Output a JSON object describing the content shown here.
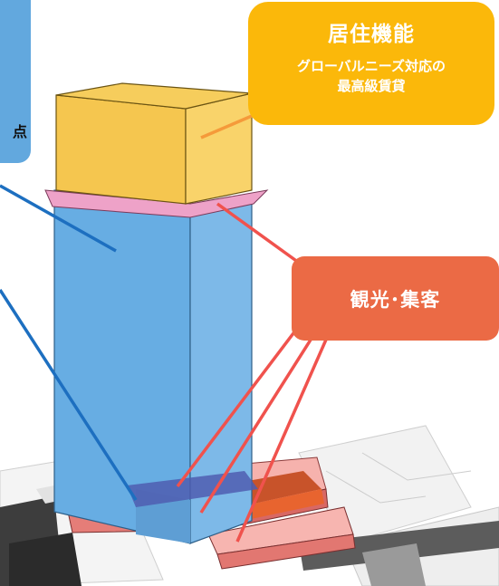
{
  "callouts": {
    "left": {
      "fragment": "点"
    },
    "residential": {
      "title": "居住機能",
      "line1": "グローバルニーズ対応の",
      "line2": "最高級賃貸"
    },
    "tourism": {
      "title": "観光･集客"
    }
  },
  "colors": {
    "office_block": "#67ade3",
    "residential_block": "#f5c64f",
    "commercial_floor": "#ef8f8c",
    "left_callout": "#62a8de",
    "residential_callout": "#fbb80a",
    "tourism_callout": "#eb6a45",
    "leader_blue": "#1d6fc0",
    "leader_red": "#f0524d",
    "leader_orange": "#f59a3a"
  }
}
